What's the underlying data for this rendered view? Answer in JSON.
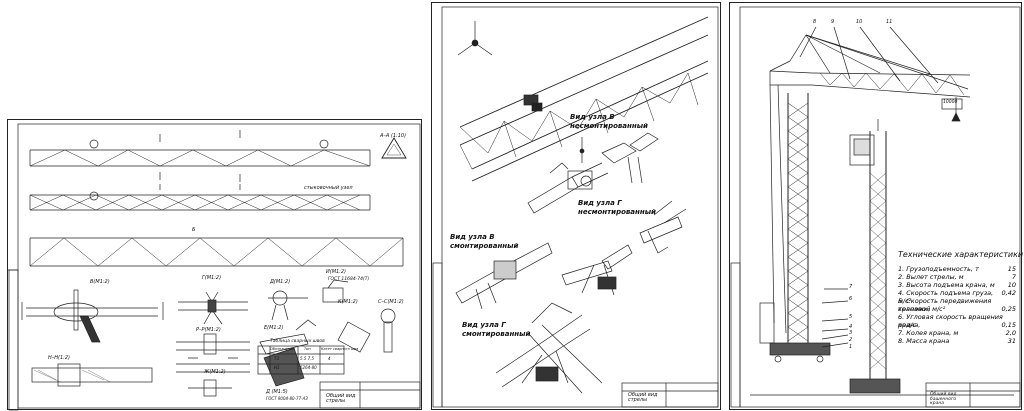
{
  "sheet1": {
    "sections": {
      "aa": "А–А (1:10)",
      "b": "Б",
      "b_detail": "В(М1:2)",
      "g_detail": "Г(М1:2)",
      "d_detail": "Д(М1:2)",
      "e_detail": "Е(М1:2)",
      "zh_detail": "Ж(М1:2)",
      "z_detail": "И(М1:2)",
      "k_detail": "К(М1:2)",
      "n_detail": "Н–Н(1:2)",
      "p_detail": "Р–Р(М1:2)",
      "ss_detail": "С–С(М1:2)",
      "d2": "Д (М1:5)"
    },
    "note_knot": "стыковочный узел",
    "gost1": "ГОСТ 11684-74(Т)",
    "gost2": "ГОСТ 9004-80-77-АЗ",
    "table_title": "Таблица сварных швов",
    "table_headers": [
      "Обозначение",
      "Тип",
      "Катет сварного шва"
    ],
    "table_rows": [
      [
        "1",
        "Т3",
        "5.5 7.5",
        "4"
      ],
      [
        "2",
        "Н1",
        "5264-80",
        ""
      ]
    ],
    "titleblock": "Общий вид стрелы"
  },
  "sheet2": {
    "label_v_unmounted": "Вид узла В\nнесмонтированный",
    "label_g_unmounted": "Вид узла Г\nнесмонтированный",
    "label_v_mounted": "Вид узла В\nсмонтированный",
    "label_g_mounted": "Вид узла Г\nсмонтированный",
    "titleblock": "Общий вид стрелы"
  },
  "sheet3": {
    "spec_title": "Технические характеристики",
    "spec_rows": [
      {
        "name": "1. Грузоподъемность, т",
        "value": "15"
      },
      {
        "name": "2. Вылет стрелы, м",
        "value": "7"
      },
      {
        "name": "3. Высота подъема крана, м",
        "value": "10"
      },
      {
        "name": "4. Скорость подъема груза, м/с²",
        "value": "0,42"
      },
      {
        "name": "5. Скорость передвижения крановой",
        "value": ""
      },
      {
        "name": "   тележки, м/с²",
        "value": "0,25"
      },
      {
        "name": "6. Угловая скорость вращения крана,",
        "value": ""
      },
      {
        "name": "   рад/с",
        "value": "0,15"
      },
      {
        "name": "7. Колея крана, м",
        "value": "2,0"
      },
      {
        "name": "8. Масса крана",
        "value": "31"
      }
    ],
    "callouts": [
      "8",
      "9",
      "10",
      "11",
      "7",
      "6",
      "5",
      "4",
      "3",
      "2",
      "1"
    ],
    "weight_label": "10000",
    "titleblock": "Общий вид башенного крана"
  }
}
